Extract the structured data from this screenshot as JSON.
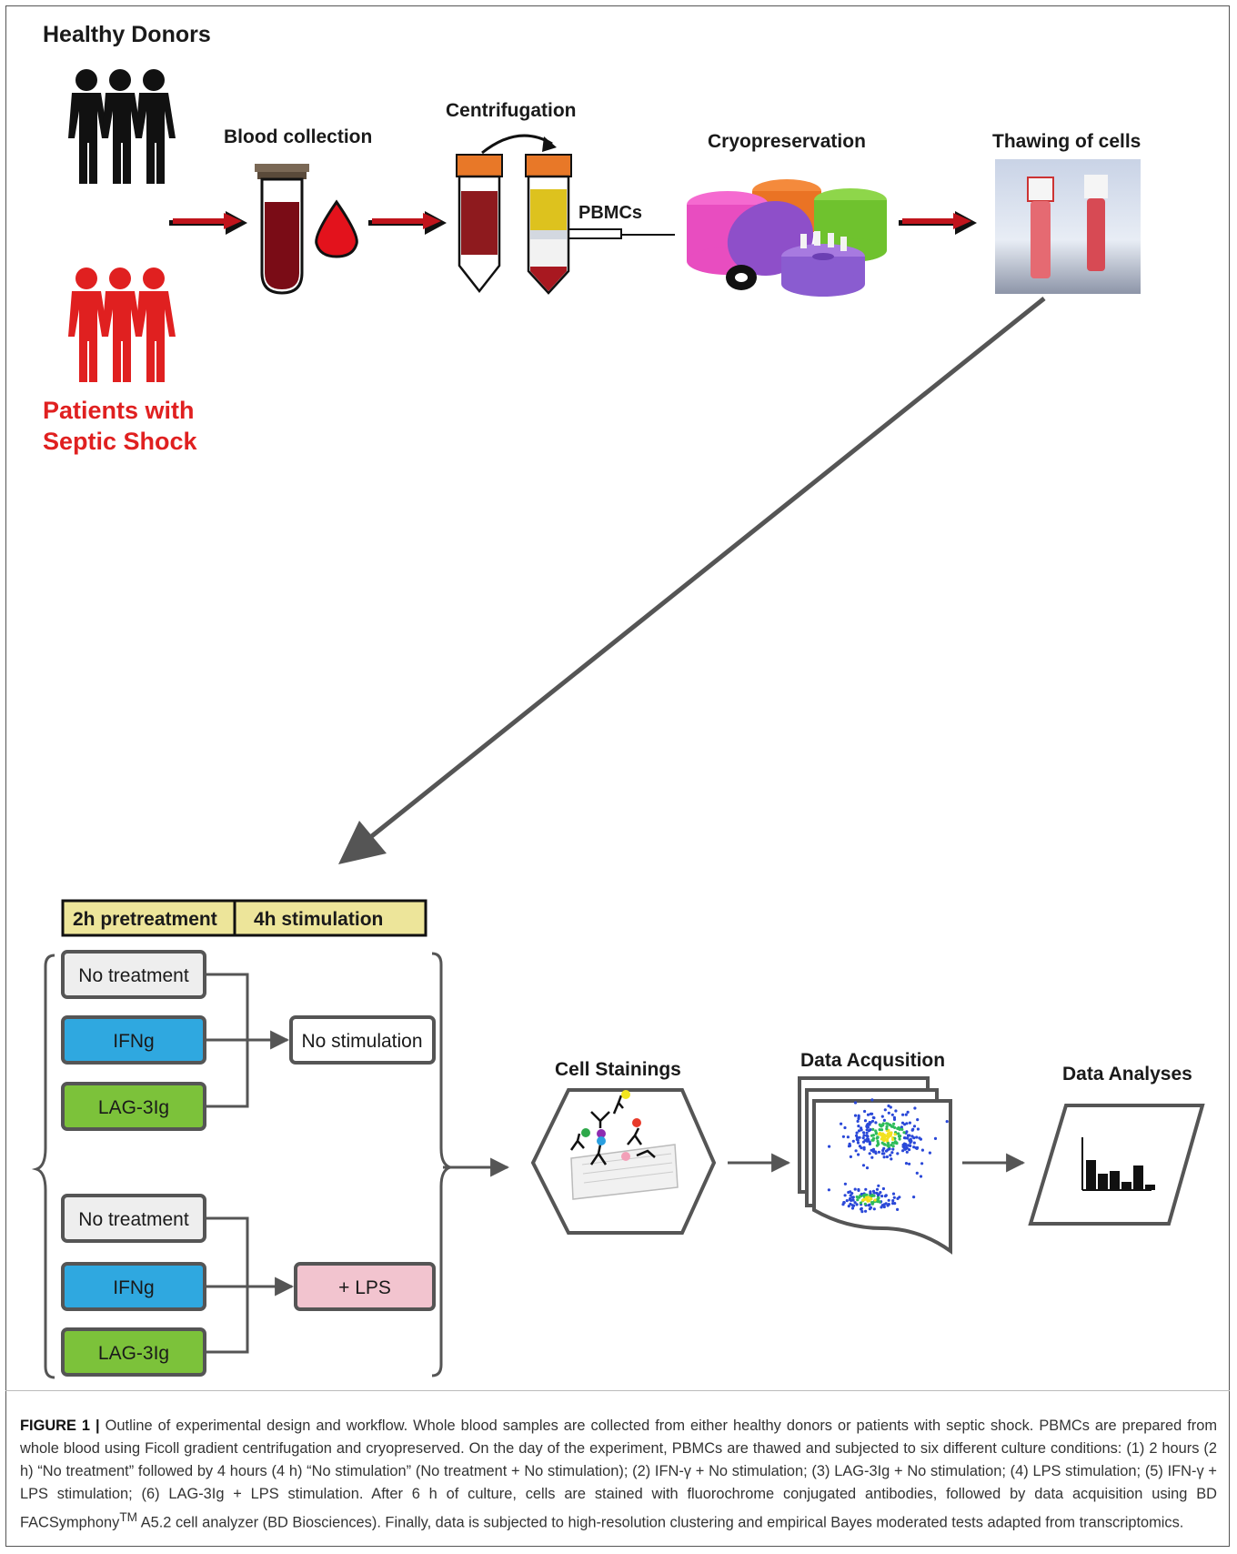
{
  "colors": {
    "healthy": "#111111",
    "septic": "#e02020",
    "blood": "#7a0c16",
    "arrow_red": "#c0141c",
    "header_fill": "#ede59a",
    "ifng_fill": "#2fa8e0",
    "lag_fill": "#7cc23a",
    "lps_fill": "#f2c4cf",
    "none_fill": "#eeeeee",
    "connector": "#555555"
  },
  "top": {
    "healthy_label": "Healthy Donors",
    "septic_label_line1": "Patients with",
    "septic_label_line2": "Septic Shock",
    "blood_collection": "Blood collection",
    "centrifugation": "Centrifugation",
    "pbmcs": "PBMCs",
    "cryopreservation": "Cryopreservation",
    "thawing": "Thawing of cells"
  },
  "bottom": {
    "header_left": "2h pretreatment",
    "header_right": "4h stimulation",
    "group1": {
      "pretreatments": [
        "No treatment",
        "IFNg",
        "LAG-3Ig"
      ],
      "stimulation": "No stimulation"
    },
    "group2": {
      "pretreatments": [
        "No treatment",
        "IFNg",
        "LAG-3Ig"
      ],
      "stimulation": "+ LPS"
    },
    "cell_stainings": "Cell Stainings",
    "data_acquisition": "Data Acqusition",
    "data_analyses": "Data Analyses",
    "analyses_chart_values": [
      0.55,
      0.3,
      0.35,
      0.15,
      0.45,
      0.1
    ]
  },
  "caption": {
    "label": "FIGURE 1 |",
    "text_1": " Outline of experimental design and workflow. Whole blood samples are collected from either healthy donors or patients with septic shock. PBMCs are prepared from whole blood using Ficoll gradient centrifugation and cryopreserved. On the day of the experiment, PBMCs are thawed and subjected to six different culture conditions: (1) 2 hours (2 h) “No treatment” followed by 4 hours (4 h) “No stimulation” (No treatment + No stimulation); (2) IFN-γ + No stimulation; (3) LAG-3Ig + No stimulation; (4) LPS stimulation; (5) IFN-γ + LPS stimulation; (6) LAG-3Ig + LPS stimulation. After 6 h of culture, cells are stained with fluorochrome conjugated antibodies, followed by data acquisition using BD FACSymphony",
    "tm": "TM",
    "text_2": " A5.2 cell analyzer (BD Biosciences). Finally, data is subjected to high-resolution clustering and empirical Bayes moderated tests adapted from transcriptomics."
  }
}
